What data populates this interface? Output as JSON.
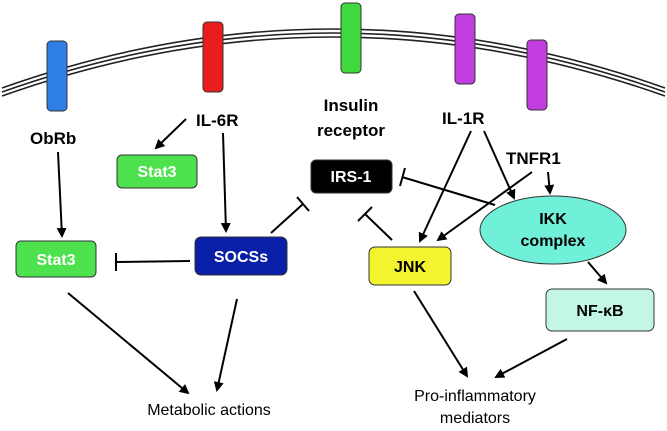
{
  "colors": {
    "obrb": "#2f7fe8",
    "il6r": "#e81d1d",
    "insulin": "#3fd83f",
    "il1r": "#c23de0",
    "tnfr1": "#c23de0",
    "stat3_fill": "#4de24d",
    "socs_fill": "#0a1fa8",
    "irs1_fill": "#000000",
    "jnk_fill": "#f3f330",
    "ikk_fill": "#70f0d8",
    "nfkb_fill": "#c4f6e4"
  },
  "receptors": {
    "obrb": "ObRb",
    "il6r": "IL-6R",
    "insulin_line1": "Insulin",
    "insulin_line2": "receptor",
    "il1r": "IL-1R",
    "tnfr1": "TNFR1"
  },
  "nodes": {
    "stat3_upper": "Stat3",
    "stat3_lower": "Stat3",
    "socs": "SOCSs",
    "irs1": "IRS-1",
    "jnk": "JNK",
    "ikk_line1": "IKK",
    "ikk_line2": "complex",
    "nfkb": "NF-κB"
  },
  "outputs": {
    "metabolic": "Metabolic actions",
    "pro_line1": "Pro-inflammatory",
    "pro_line2": "mediators"
  }
}
